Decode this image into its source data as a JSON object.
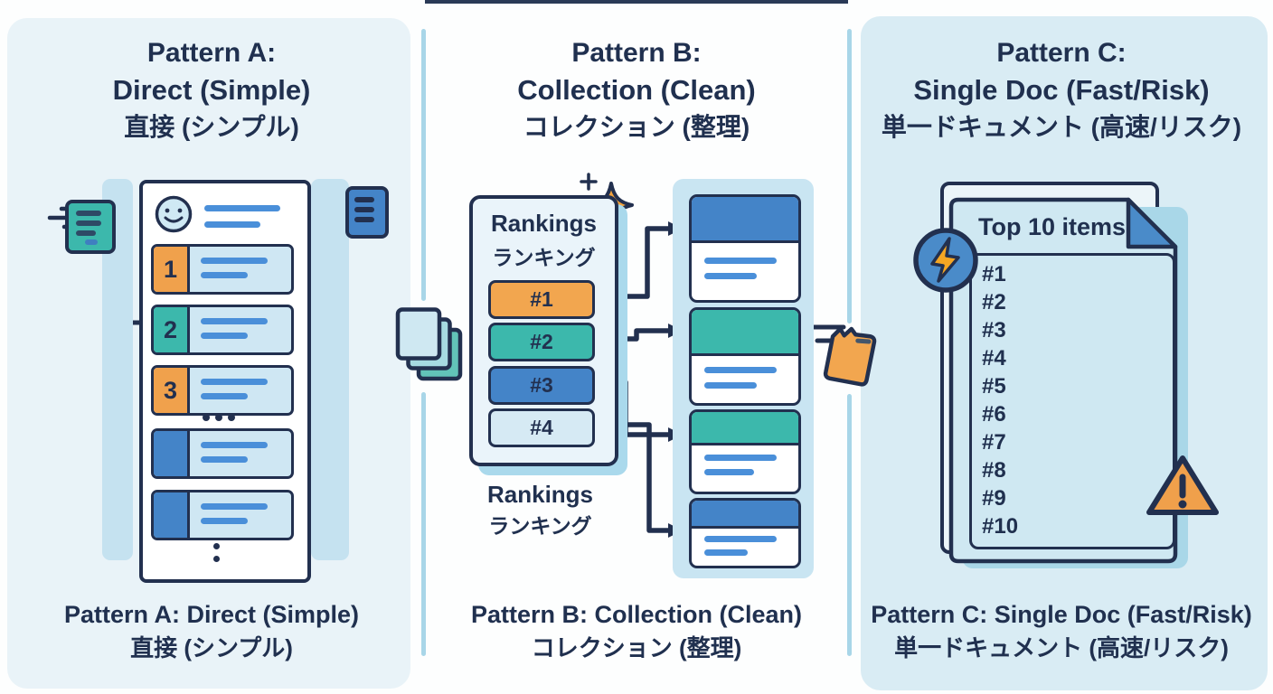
{
  "colors": {
    "navy": "#22304f",
    "orange": "#f0a14c",
    "teal": "#3cb8ac",
    "blue": "#4484c8",
    "light_blue_fill": "#cfe8f3",
    "left_bg": "#e9f3f8",
    "right_bg": "#d9ecf4",
    "divider": "#a8d6e8",
    "placeholder_line_blue": "#4a8fd9",
    "shadow_blue": "#aad9ec"
  },
  "icons": {
    "smiley": "☺",
    "sparkle": "✦",
    "plus_cursor": "+",
    "stacked_papers": "🗎",
    "torn_note": "🗒",
    "lightning_bolt": "⚡",
    "warning_triangle": "⚠",
    "speed_lines": "—",
    "ellipsis_horizontal": "…",
    "ellipsis_vertical": "⋮"
  },
  "pattern_a": {
    "title_line1": "Pattern A:",
    "title_line2": "Direct (Simple)",
    "title_line3": "直接 (シンプル)",
    "list_badges": [
      "1",
      "2",
      "3"
    ],
    "caption_line1": "Pattern A: Direct (Simple)",
    "caption_line2": "直接 (シンプル)"
  },
  "pattern_b": {
    "title_line1": "Pattern B:",
    "title_line2": "Collection (Clean)",
    "title_line3": "コレクション (整理)",
    "box_label_en": "Rankings",
    "box_label_ja": "ランキング",
    "pills": [
      "#1",
      "#2",
      "#3",
      "#4"
    ],
    "below_label_en": "Rankings",
    "below_label_ja": "ランキング",
    "caption_line1": "Pattern B: Collection (Clean)",
    "caption_line2": "コレクション (整理)"
  },
  "pattern_c": {
    "title_line1": "Pattern C:",
    "title_line2": "Single Doc (Fast/Risk)",
    "title_line3": "単一ドキュメント (高速/リスク)",
    "doc_title": "Top 10 items",
    "doc_items": [
      "#1",
      "#2",
      "#3",
      "#4",
      "#5",
      "#6",
      "#7",
      "#8",
      "#9",
      "#10"
    ],
    "caption_line1": "Pattern C: Single Doc (Fast/Risk)",
    "caption_line2": "単一ドキュメント (高速/リスク)"
  }
}
